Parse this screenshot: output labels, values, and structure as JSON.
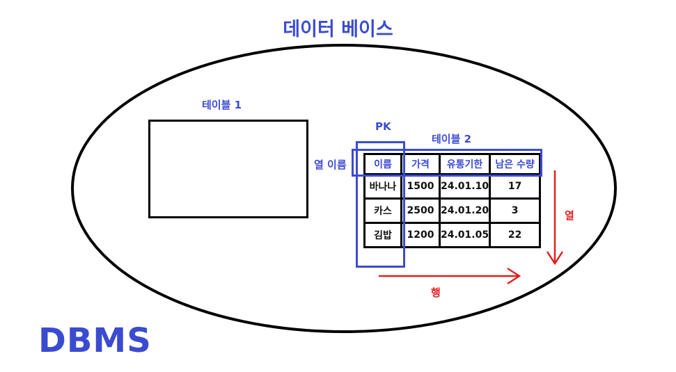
{
  "title": "데이터 베이스",
  "dbms_label": "DBMS",
  "table1_label": "테이블 1",
  "table2_label": "테이블 2",
  "pk_label": "PK",
  "column_name_label": "열 이름",
  "column_label": "열",
  "row_label": "행",
  "table2": {
    "headers": [
      "이름",
      "가격",
      "유통기한",
      "남은 수량"
    ],
    "rows": [
      [
        "바나나",
        "1500",
        "24.01.10",
        "17"
      ],
      [
        "카스",
        "2500",
        "24.01.20",
        "3"
      ],
      [
        "김밥",
        "1200",
        "24.01.05",
        "22"
      ]
    ]
  },
  "colors": {
    "accent_blue": "#3b4bd0",
    "annotation_red": "#e02020",
    "stroke": "#000000"
  }
}
